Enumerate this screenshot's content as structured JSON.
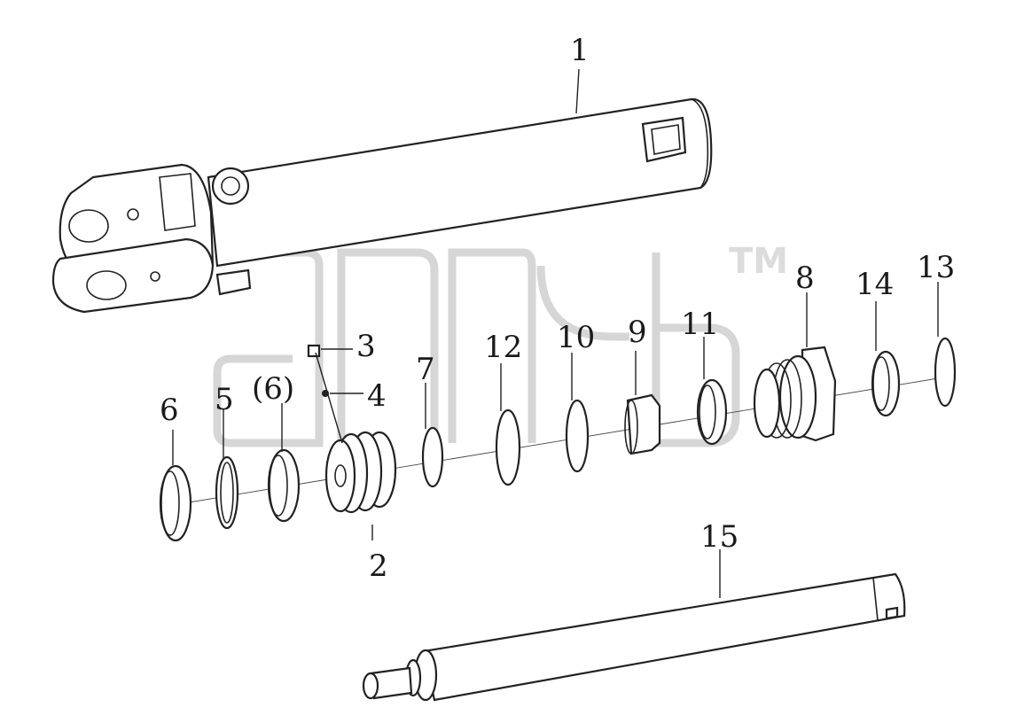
{
  "watermark": {
    "trademark": "TM"
  },
  "callouts": {
    "p1": "1",
    "p2": "2",
    "p3": "3",
    "p4": "4",
    "p5": "5",
    "p6": "6",
    "p6b": "(6)",
    "p7": "7",
    "p8": "8",
    "p9": "9",
    "p10": "10",
    "p11": "11",
    "p12": "12",
    "p13": "13",
    "p14": "14",
    "p15": "15"
  }
}
